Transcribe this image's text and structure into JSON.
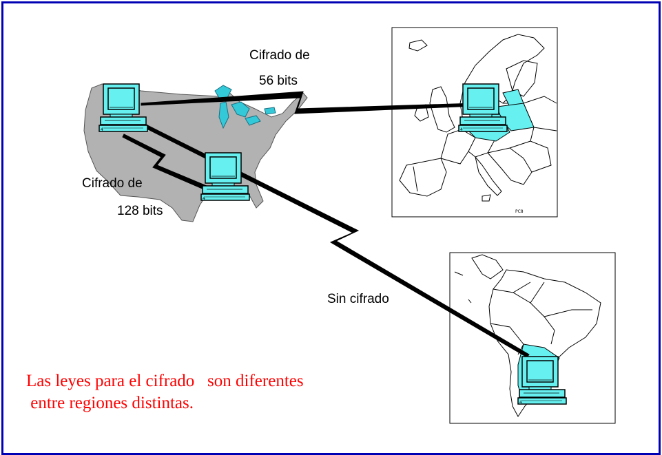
{
  "labels": {
    "link_europe_line1": "Cifrado de",
    "link_europe_line2": "56 bits",
    "link_domestic_line1": "Cifrado de",
    "link_domestic_line2": "128 bits",
    "link_southamerica": "Sin cifrado"
  },
  "caption": {
    "line1": "Las leyes para el cifrado   son diferentes",
    "line2": " entre regiones distintas."
  },
  "colors": {
    "frame": "#0000b4",
    "caption": "#ff0000",
    "usa_land": "#b2b2b2",
    "highlight": "#66f0f0",
    "lakes": "#33c9d9",
    "computer": "#66f0f0"
  },
  "icons": [
    "computer-icon",
    "lightning-link-icon",
    "map-usa",
    "map-europe",
    "map-south-america"
  ]
}
